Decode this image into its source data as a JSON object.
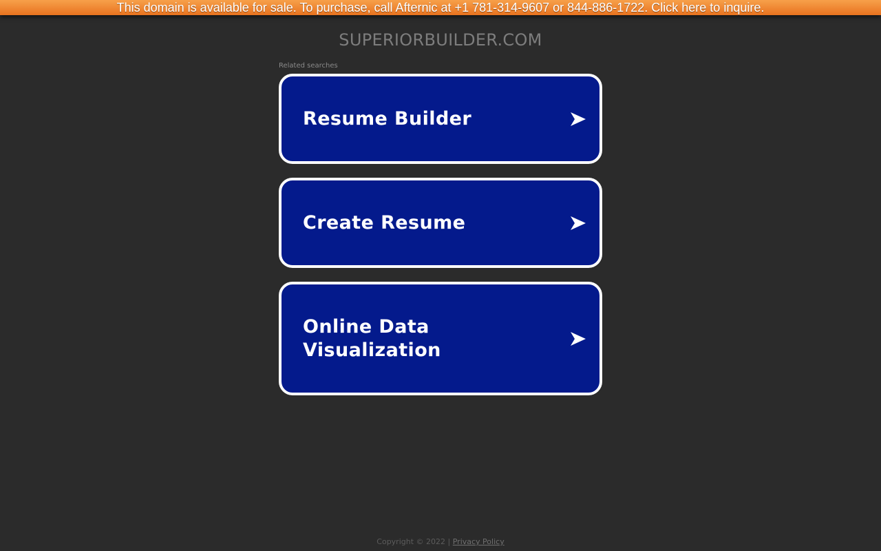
{
  "banner": {
    "text": "This domain is available for sale. To purchase, call Afternic at +1 781-314-9607 or 844-886-1722. Click here to inquire."
  },
  "domain": {
    "title": "SUPERIORBUILDER.COM"
  },
  "related": {
    "label": "Related searches",
    "items": [
      {
        "label": "Resume Builder",
        "icon": "arrow-right-icon"
      },
      {
        "label": "Create Resume",
        "icon": "arrow-right-icon"
      },
      {
        "label": "Online Data Visualization",
        "icon": "arrow-right-icon"
      }
    ]
  },
  "footer": {
    "copyright": "Copyright © 2022 |",
    "privacy_link": "Privacy Policy"
  },
  "colors": {
    "background": "#2b2b2b",
    "banner": "#f08a35",
    "link_box": "#041a8c",
    "link_border": "#ffffff"
  }
}
